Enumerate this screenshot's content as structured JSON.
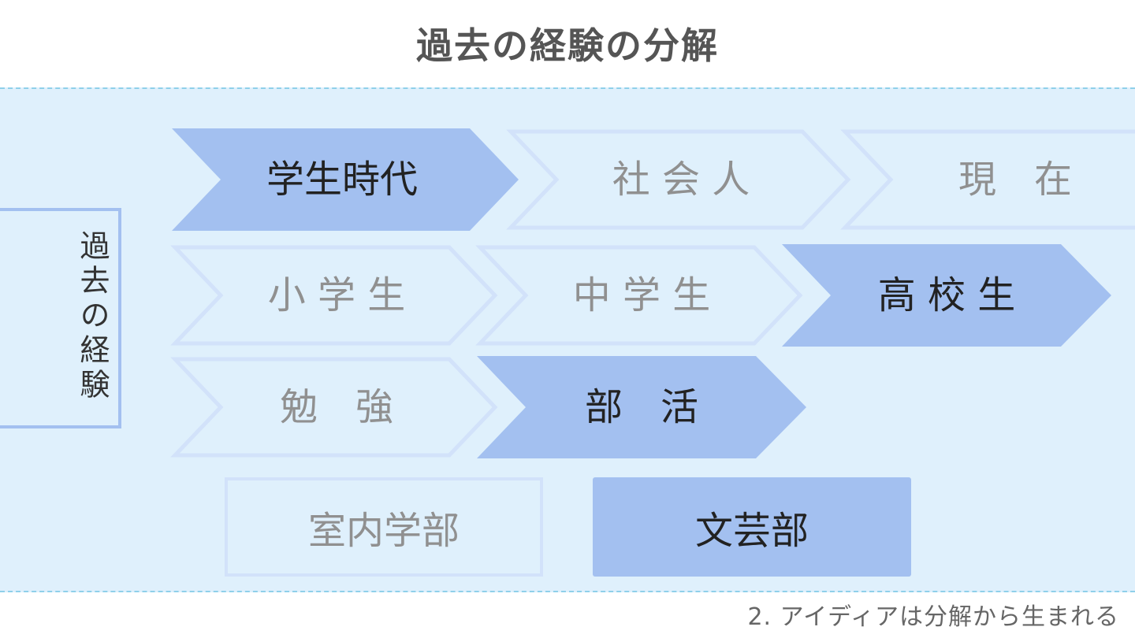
{
  "title": "過去の経験の分解",
  "side_label": "過去の経験",
  "colors": {
    "band": "#dff0fc",
    "filled": "#a3c0f0",
    "outline": "#d2e2fa",
    "dim_text": "#909090",
    "dark_text": "#222222"
  },
  "rows": [
    {
      "items": [
        {
          "label": "学生時代",
          "active": true
        },
        {
          "label": "社 会 人",
          "active": false
        },
        {
          "label": "現　在",
          "active": false
        }
      ]
    },
    {
      "items": [
        {
          "label": "小 学 生",
          "active": false
        },
        {
          "label": "中 学 生",
          "active": false
        },
        {
          "label": "高 校 生",
          "active": true
        }
      ]
    },
    {
      "items": [
        {
          "label": "勉　強",
          "active": false
        },
        {
          "label": "部　活",
          "active": true
        }
      ]
    }
  ],
  "boxes": [
    {
      "label": "室内学部",
      "active": false
    },
    {
      "label": "文芸部",
      "active": true
    }
  ],
  "footer": "2. アイディアは分解から生まれる"
}
